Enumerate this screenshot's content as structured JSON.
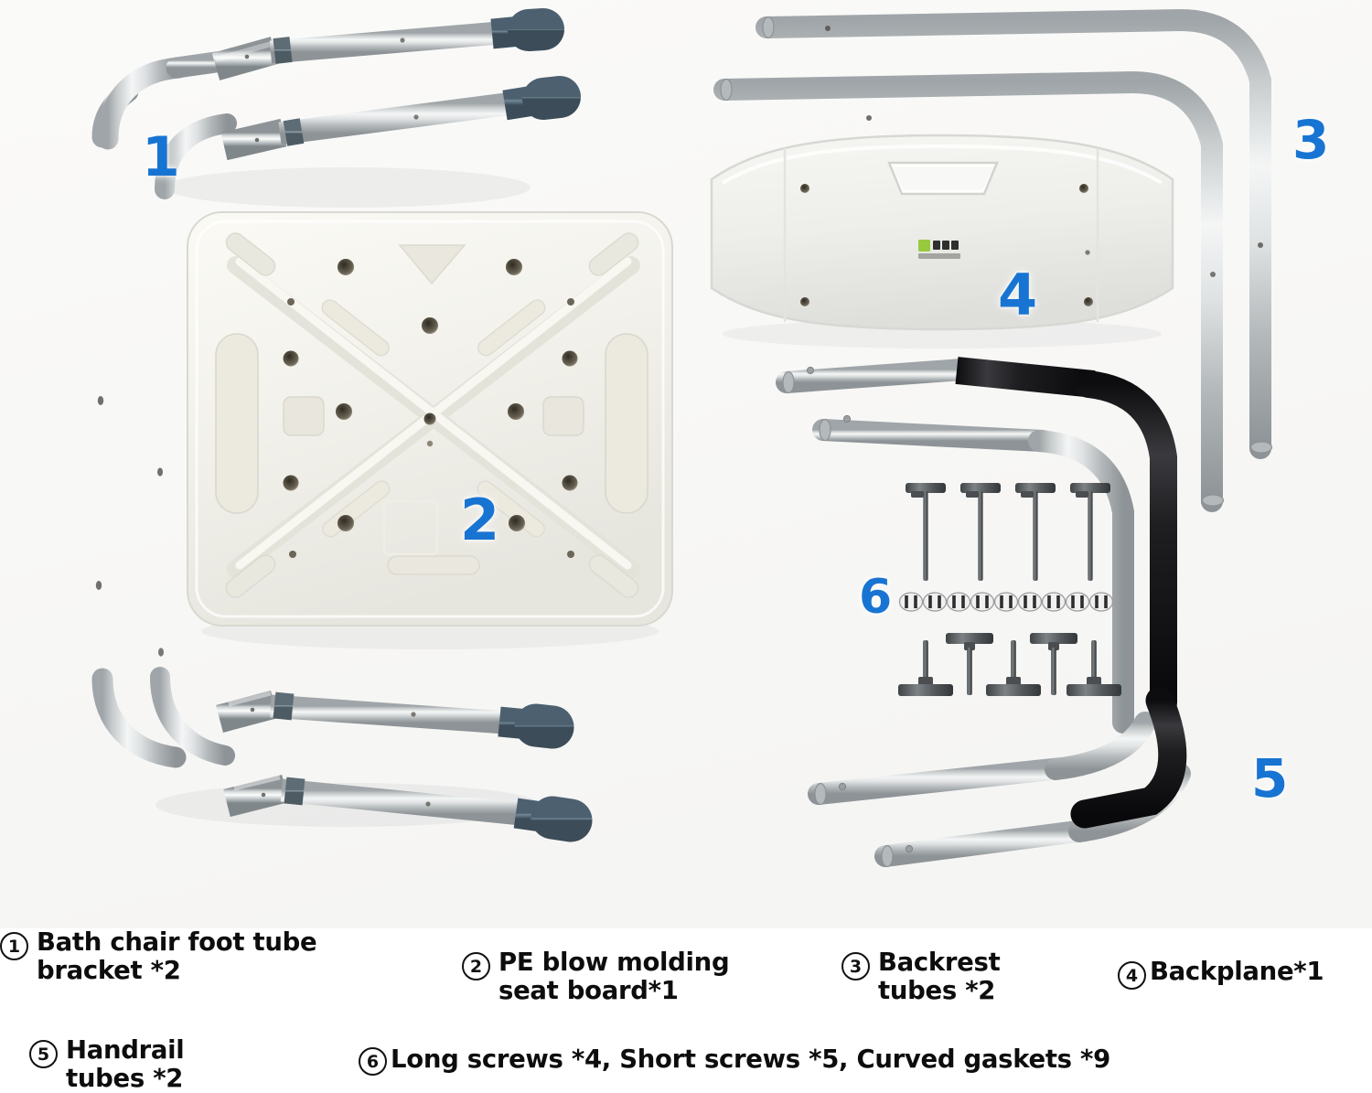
{
  "diagram": {
    "title": "Bath chair assembly parts diagram",
    "background_color": "#fafafa",
    "callout_color": "#1874d2",
    "callouts": [
      {
        "id": "1",
        "label": "1",
        "part": "bath-chair-foot-tube-bracket"
      },
      {
        "id": "2",
        "label": "2",
        "part": "pe-blow-molding-seat-board"
      },
      {
        "id": "3",
        "label": "3",
        "part": "backrest-tubes"
      },
      {
        "id": "4",
        "label": "4",
        "part": "backplane"
      },
      {
        "id": "5",
        "label": "5",
        "part": "handrail-tubes"
      },
      {
        "id": "6",
        "label": "6",
        "part": "screws-and-gaskets"
      }
    ]
  },
  "parts": {
    "foot_tube_bracket": {
      "material_color": "#c9ccce",
      "foot_cap_color": "#5f7785",
      "count": 2
    },
    "seat_board": {
      "color": "#f2f1ea",
      "drain_holes": 16,
      "edge_slots": 2
    },
    "backrest_tubes": {
      "material_color": "#c4c8ca",
      "count": 2
    },
    "backplane": {
      "color": "#efefec",
      "handle_slot": true,
      "mounting_holes": 4,
      "logo_colors": [
        "#97c93d",
        "#333333"
      ]
    },
    "handrail_tubes": {
      "material_color": "#c7cacc",
      "grip_color": "#1c1c1e",
      "count": 2
    },
    "hardware": {
      "long_screws": 4,
      "gaskets": 9,
      "short_screws": 5,
      "color": "#5c6063"
    }
  },
  "legend": {
    "items": [
      {
        "number": "1",
        "text": "Bath chair foot tube\nbracket *2"
      },
      {
        "number": "2",
        "text": "PE blow molding\nseat board*1"
      },
      {
        "number": "3",
        "text": "Backrest\ntubes *2"
      },
      {
        "number": "4",
        "text": "Backplane*1"
      },
      {
        "number": "5",
        "text": "Handrail\ntubes *2"
      },
      {
        "number": "6",
        "text": "Long screws *4, Short screws *5, Curved gaskets *9"
      }
    ]
  }
}
